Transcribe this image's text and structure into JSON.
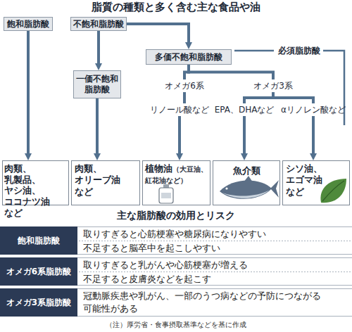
{
  "diagram": {
    "title": "脂質の種類と多く含む主な食品や油",
    "caption": "（注）厚労省・食事摂取基準などを基に作成",
    "nodes": [
      {
        "text": [
          "飽和脂肪酸"
        ]
      },
      {
        "text": [
          "不飽和脂肪酸"
        ]
      },
      {
        "text": [
          "一価不飽和 脂肪酸"
        ]
      },
      {
        "text": [
          "多価不飽和脂肪酸"
        ]
      },
      {
        "text": [
          "オメガ6系"
        ]
      },
      {
        "text": [
          "オメガ3系"
        ]
      },
      {
        "text": [
          "リノール酸など"
        ]
      },
      {
        "text": [
          "EPA、DHAなど"
        ]
      },
      {
        "text": [
          "αリノレン酸など"
        ]
      },
      {
        "text": [
          "肉類、乳製品、 ヤシ油、 ココナツ油 など"
        ]
      },
      {
        "text": [
          "肉類、 オリーブ油 など"
        ]
      },
      {
        "text": [
          "植物油",
          "（大豆油、 紅花油など）"
        ]
      },
      {
        "text": [
          "魚介類"
        ]
      },
      {
        "text": [
          "シソ油、 エゴマ油 など"
        ]
      }
    ],
    "edges": [
      {
        "from": 0,
        "to": 9,
        "arrow": "to"
      },
      {
        "from": 1,
        "to": 2,
        "arrow": "to"
      },
      {
        "from": 1,
        "to": 3,
        "arrow": "to"
      },
      {
        "from": 2,
        "to": 10,
        "arrow": "to"
      },
      {
        "from": 3,
        "to": 4,
        "arrow": "none"
      },
      {
        "from": 3,
        "to": 5,
        "arrow": "none"
      },
      {
        "from": 4,
        "to": 6,
        "arrow": "none"
      },
      {
        "from": 5,
        "to": 7,
        "arrow": "none"
      },
      {
        "from": 5,
        "to": 8,
        "arrow": "none"
      },
      {
        "from": 6,
        "to": 11,
        "arrow": "to"
      },
      {
        "from": 7,
        "to": 12,
        "arrow": "to"
      },
      {
        "from": 8,
        "to": 13,
        "arrow": "to"
      }
    ],
    "labels": [
      "必須脂肪酸",
      "主な脂肪酸の効用とリスク",
      "飽和脂肪酸",
      "取りすぎると心筋梗塞や糖尿病になりやすい",
      "不足すると脳卒中を起こしやすい",
      "オメガ6系脂肪酸",
      "取りすぎると乳がんや心筋梗塞が増える",
      "不足すると皮膚炎などを起こす",
      "オメガ3系脂肪酸",
      "冠動脈疾患や乳がん、一部のうつ病などの予防につながる 可能性がある"
    ]
  }
}
